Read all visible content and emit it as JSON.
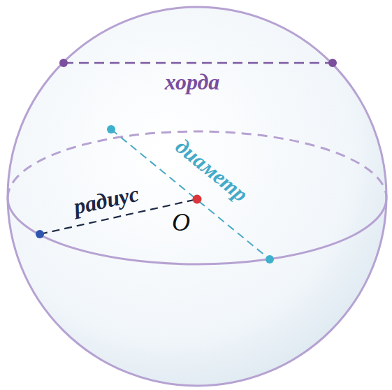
{
  "diagram": {
    "labels": [
      "хорда",
      "диаметр",
      "радиус",
      "O"
    ]
  }
}
